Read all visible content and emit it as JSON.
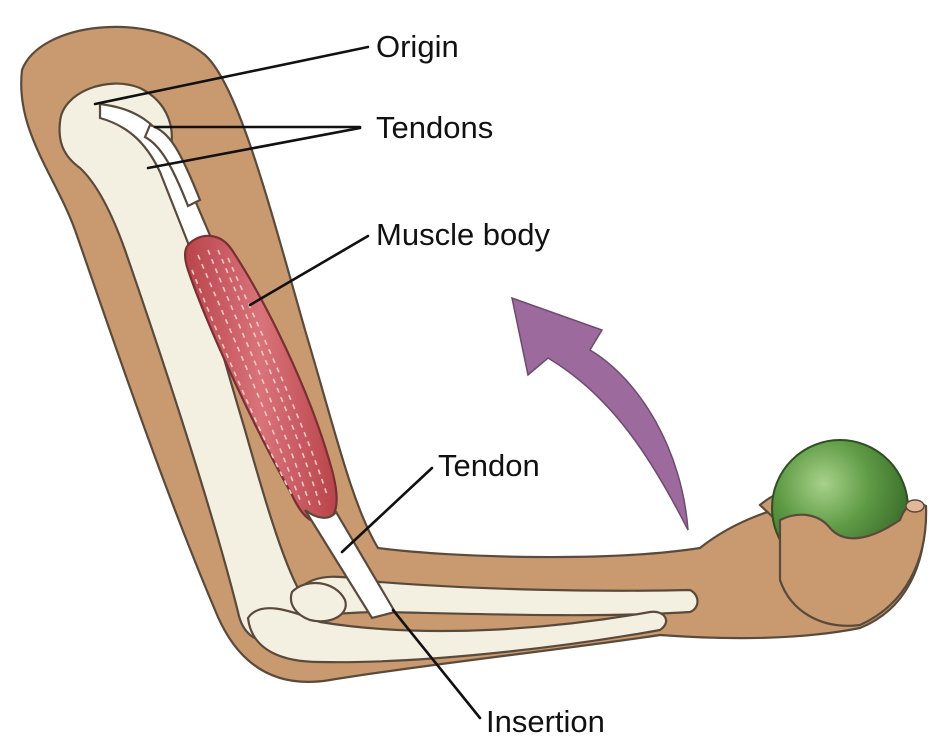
{
  "labels": {
    "origin": "Origin",
    "tendons": "Tendons",
    "muscle_body": "Muscle body",
    "tendon": "Tendon",
    "insertion": "Insertion"
  },
  "colors": {
    "skin": "#c99a6f",
    "bone": "#f3f0e2",
    "muscle": "#cf5f64",
    "muscle_fiber": "#f2c9c4",
    "arrow": "#9c6a9c",
    "ball": "#4f8a3a"
  },
  "icons": {
    "arrow": "curved-up-arrow-icon",
    "ball": "ball-icon"
  }
}
